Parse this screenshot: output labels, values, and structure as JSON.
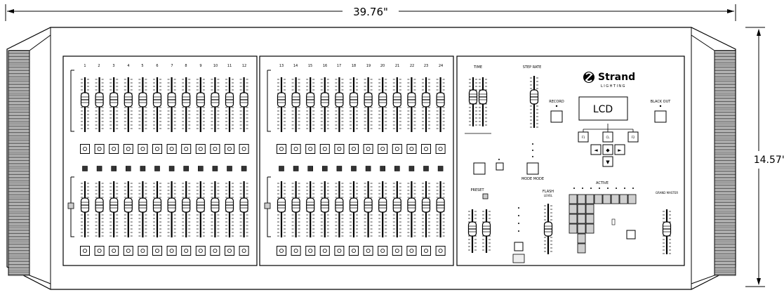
{
  "dimensions": {
    "width": "39.76\"",
    "height": "14.57\""
  },
  "console": {
    "bank_a_channels": [
      "1",
      "2",
      "3",
      "4",
      "5",
      "6",
      "7",
      "8",
      "9",
      "10",
      "11",
      "12"
    ],
    "bank_b_channels": [
      "13",
      "14",
      "15",
      "16",
      "17",
      "18",
      "19",
      "20",
      "21",
      "22",
      "23",
      "24"
    ],
    "time_label": "TIME",
    "step_rate_label": "STEP RATE",
    "record_label": "RECORD",
    "blackout_label": "BLACK OUT",
    "lcd_label": "LCD",
    "f1_label": "F1",
    "cl_label": "CL",
    "f2_label": "F2",
    "nav_left": "◄",
    "nav_center": "◆",
    "nav_right": "►",
    "nav_down": "▼",
    "brand": "Strand",
    "brand_sub": "LIGHTING",
    "preset_label": "PRESET",
    "flash_label": "FLASH",
    "flash_sub": "LEVEL",
    "mode_label": "MODE MODE",
    "active_label": "ACTIVE",
    "grand_master_label": "GRAND MASTER"
  },
  "colors": {
    "line": "#000000",
    "background": "#ffffff",
    "button_fill": "#cfcfcf"
  }
}
